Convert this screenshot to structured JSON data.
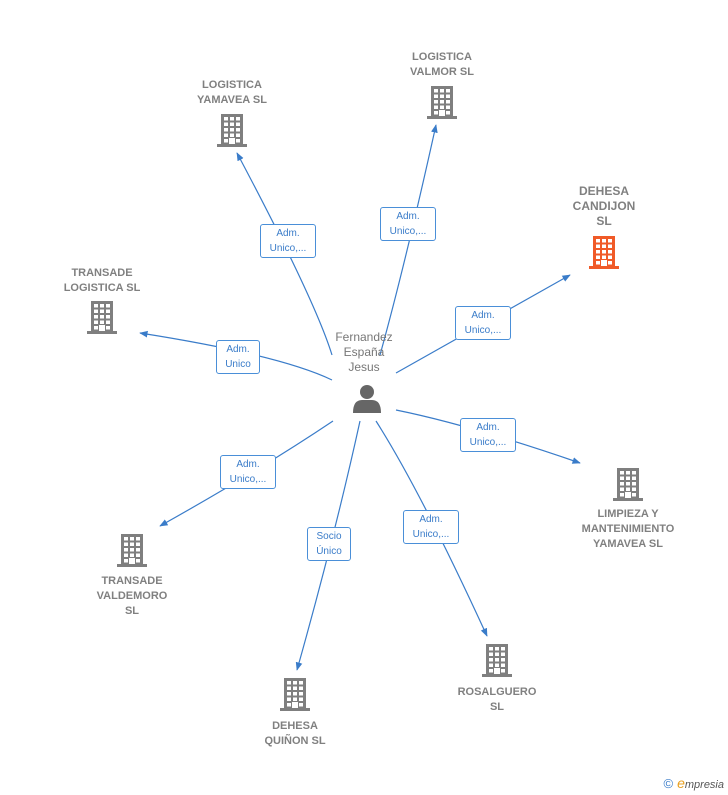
{
  "center": {
    "label": "Fernandez\nEspaña\nJesus",
    "icon": "person-icon"
  },
  "companies": [
    {
      "id": "logistica-yamavea",
      "label": "LOGISTICA\nYAMAVEA  SL",
      "highlight": false,
      "icon": "building-icon"
    },
    {
      "id": "logistica-valmor",
      "label": "LOGISTICA\nVALMOR  SL",
      "highlight": false,
      "icon": "building-icon"
    },
    {
      "id": "dehesa-candijon",
      "label": "DEHESA\nCANDIJON\nSL",
      "highlight": true,
      "icon": "building-icon"
    },
    {
      "id": "transade-logistica",
      "label": "TRANSADE\nLOGISTICA SL",
      "highlight": false,
      "icon": "building-icon"
    },
    {
      "id": "limpieza-mantenimiento",
      "label": "LIMPIEZA Y\nMANTENIMIENTO\nYAMAVEA  SL",
      "highlight": false,
      "icon": "building-icon"
    },
    {
      "id": "transade-valdemoro",
      "label": "TRANSADE\nVALDEMORO\nSL",
      "highlight": false,
      "icon": "building-icon"
    },
    {
      "id": "dehesa-quinon",
      "label": "DEHESA\nQUIÑON SL",
      "highlight": false,
      "icon": "building-icon"
    },
    {
      "id": "rosalguero",
      "label": "ROSALGUERO\nSL",
      "highlight": false,
      "icon": "building-icon"
    }
  ],
  "relations": [
    {
      "to": "logistica-yamavea",
      "label": "Adm.\nUnico,..."
    },
    {
      "to": "logistica-valmor",
      "label": "Adm.\nUnico,..."
    },
    {
      "to": "dehesa-candijon",
      "label": "Adm.\nUnico,..."
    },
    {
      "to": "transade-logistica",
      "label": "Adm.\nUnico"
    },
    {
      "to": "limpieza-mantenimiento",
      "label": "Adm.\nUnico,..."
    },
    {
      "to": "transade-valdemoro",
      "label": "Adm.\nUnico,..."
    },
    {
      "to": "dehesa-quinon",
      "label": "Socio\nÚnico"
    },
    {
      "to": "rosalguero",
      "label": "Adm.\nUnico,..."
    }
  ],
  "colors": {
    "edge": "#3a7cc9",
    "building": "#7f7f7f",
    "highlight": "#f05a28",
    "person": "#666666"
  },
  "footer": {
    "copyright": "©",
    "brand": "mpresia",
    "brand_initial": "e"
  }
}
